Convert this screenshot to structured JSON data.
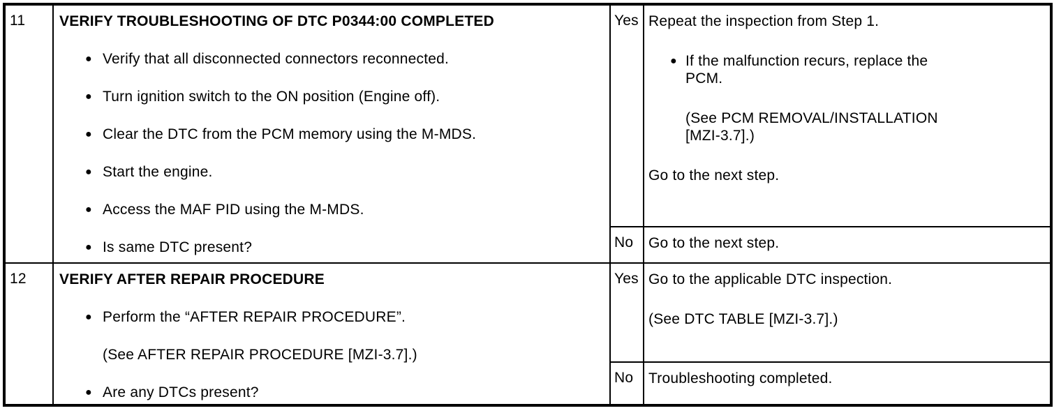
{
  "icons": {
    "bullet": "●"
  },
  "table": {
    "steps": [
      {
        "number": "11",
        "action": {
          "title": "VERIFY TROUBLESHOOTING OF DTC P0344:00 COMPLETED",
          "items": [
            {
              "style": "bullet",
              "text": "Verify that all disconnected connectors reconnected."
            },
            {
              "style": "bullet",
              "text": "Turn ignition switch to the ON position (Engine off)."
            },
            {
              "style": "bullet",
              "text": "Clear the DTC from the PCM memory using the M-MDS."
            },
            {
              "style": "bullet",
              "text": "Start the engine."
            },
            {
              "style": "bullet",
              "text": "Access the MAF PID using the M-MDS."
            },
            {
              "style": "bullet",
              "text": "Is same DTC present?"
            }
          ]
        },
        "yes": {
          "label": "Yes",
          "blocks": [
            {
              "style": "text",
              "lines": [
                "Repeat the inspection from Step 1."
              ]
            },
            {
              "style": "bullet",
              "lines": [
                "If the malfunction recurs, replace the",
                "PCM."
              ]
            },
            {
              "style": "indent",
              "lines": [
                "(See PCM REMOVAL/INSTALLATION",
                "[MZI-3.7].)"
              ]
            },
            {
              "style": "text",
              "lines": [
                "Go to the next step."
              ]
            }
          ]
        },
        "no": {
          "label": "No",
          "blocks": [
            {
              "style": "text",
              "lines": [
                "Go to the next step."
              ]
            }
          ]
        }
      },
      {
        "number": "12",
        "action": {
          "title": "VERIFY AFTER REPAIR PROCEDURE",
          "items": [
            {
              "style": "bullet",
              "text": "Perform the “AFTER REPAIR PROCEDURE”."
            },
            {
              "style": "indent",
              "text": "(See AFTER REPAIR PROCEDURE [MZI-3.7].)"
            },
            {
              "style": "bullet",
              "text": "Are any DTCs present?"
            }
          ]
        },
        "yes": {
          "label": "Yes",
          "blocks": [
            {
              "style": "text",
              "lines": [
                "Go to the applicable DTC inspection."
              ]
            },
            {
              "style": "text",
              "lines": [
                "(See DTC TABLE [MZI-3.7].)"
              ]
            }
          ]
        },
        "no": {
          "label": "No",
          "blocks": [
            {
              "style": "text",
              "lines": [
                "Troubleshooting completed."
              ]
            }
          ]
        }
      }
    ]
  }
}
